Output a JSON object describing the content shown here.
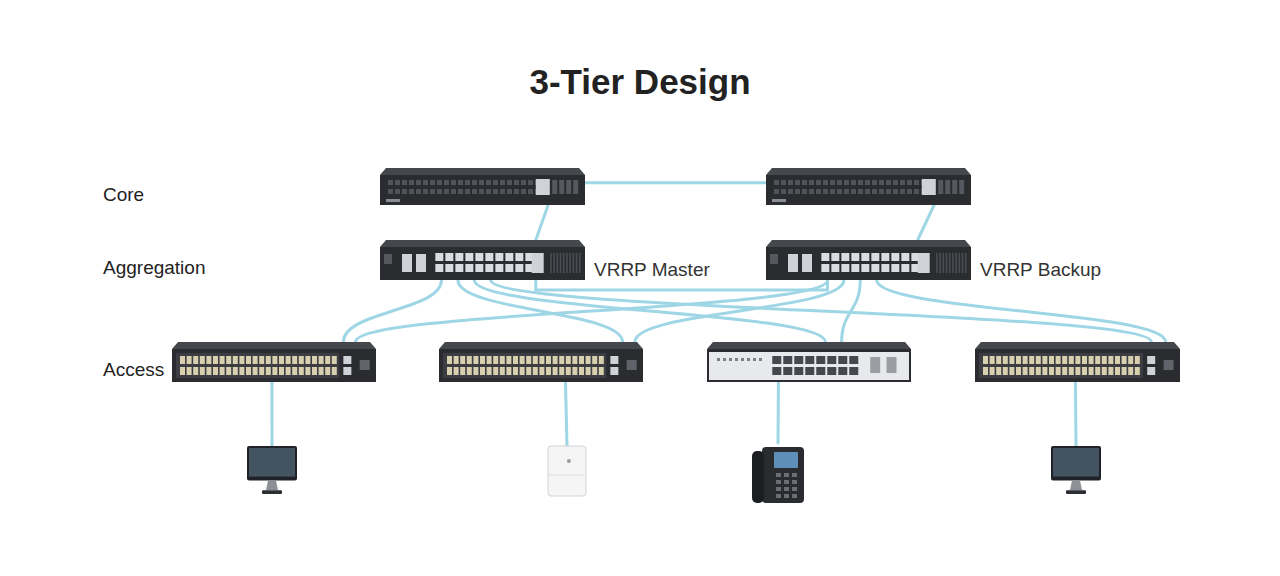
{
  "diagram": {
    "title": "3-Tier Design",
    "nodes": [
      {
        "text": []
      },
      {
        "text": []
      },
      {
        "text": [
          "VRRP Master"
        ]
      },
      {
        "text": [
          "VRRP Backup"
        ]
      },
      {
        "text": []
      },
      {
        "text": []
      },
      {
        "text": []
      },
      {
        "text": []
      },
      {
        "text": []
      },
      {
        "text": []
      },
      {
        "text": []
      },
      {
        "text": []
      }
    ],
    "edges": [
      {
        "from": 0,
        "to": 1,
        "arrow": "none"
      },
      {
        "from": 0,
        "to": 2,
        "arrow": "none"
      },
      {
        "from": 1,
        "to": 3,
        "arrow": "none"
      },
      {
        "from": 2,
        "to": 3,
        "arrow": "none"
      },
      {
        "from": 2,
        "to": 4,
        "arrow": "none"
      },
      {
        "from": 2,
        "to": 5,
        "arrow": "none"
      },
      {
        "from": 2,
        "to": 6,
        "arrow": "none"
      },
      {
        "from": 2,
        "to": 7,
        "arrow": "none"
      },
      {
        "from": 3,
        "to": 4,
        "arrow": "none"
      },
      {
        "from": 3,
        "to": 5,
        "arrow": "none"
      },
      {
        "from": 3,
        "to": 6,
        "arrow": "none"
      },
      {
        "from": 3,
        "to": 7,
        "arrow": "none"
      },
      {
        "from": 4,
        "to": 8,
        "arrow": "none"
      },
      {
        "from": 5,
        "to": 9,
        "arrow": "none"
      },
      {
        "from": 6,
        "to": 10,
        "arrow": "none"
      },
      {
        "from": 7,
        "to": 11,
        "arrow": "none"
      }
    ],
    "labels": [
      "Core",
      "Aggregation",
      "Access"
    ]
  }
}
